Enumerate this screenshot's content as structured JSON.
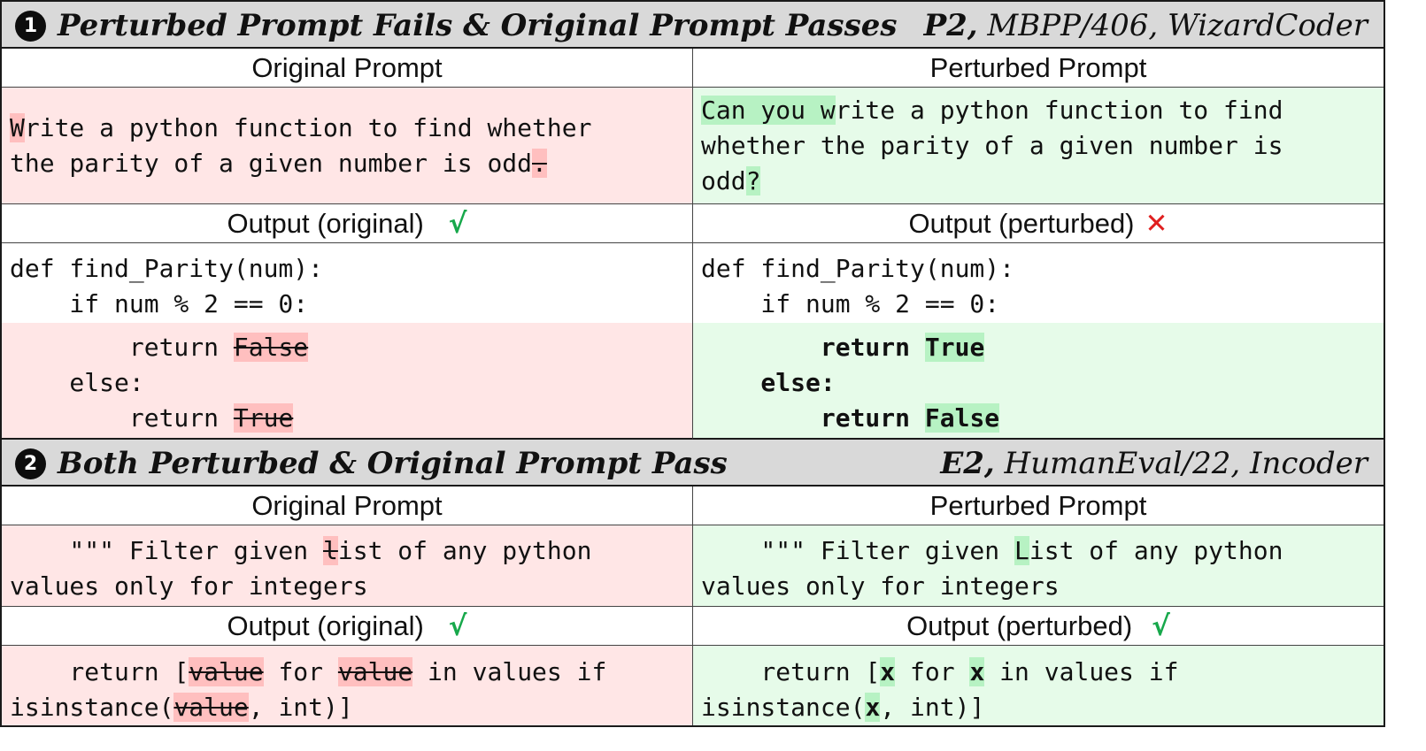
{
  "labels": {
    "original_prompt": "Original Prompt",
    "perturbed_prompt": "Perturbed Prompt",
    "output_original": "Output (original)",
    "output_perturbed": "Output (perturbed)",
    "check": "√",
    "cross": "✕"
  },
  "section1": {
    "number": "1",
    "title": "Perturbed Prompt Fails & Original Prompt Passes",
    "ref_id": "P2,",
    "ref_rest": " MBPP/406, WizardCoder",
    "orig_prompt": {
      "l1_hl": "W",
      "l1_rest": "rite a python function to find whether",
      "l2_pre": "the parity of a given number is odd",
      "l2_hl": "."
    },
    "pert_prompt": {
      "l1_hl": "Can you w",
      "l1_rest": "rite a python function to find",
      "l2": "whether the parity of a given number is",
      "l3_pre": "odd",
      "l3_hl": "?"
    },
    "code_common": {
      "l1": "def find_Parity(num):",
      "l2": "    if num % 2 == 0:"
    },
    "orig_code": {
      "l3_pre": "        return ",
      "l3_hl": "False",
      "l4": "    else:",
      "l5_pre": "        return ",
      "l5_hl": "True"
    },
    "pert_code": {
      "l3_pre": "        return ",
      "l3_hl": "True",
      "l4": "    else:",
      "l5_pre": "        return ",
      "l5_hl": "False"
    }
  },
  "section2": {
    "number": "2",
    "title": "Both Perturbed & Original Prompt Pass",
    "ref_id": "E2,",
    "ref_rest": " HumanEval/22, Incoder",
    "orig_prompt": {
      "l1_pre": "    \"\"\" Filter given ",
      "l1_hl": "l",
      "l1_rest": "ist of any python",
      "l2": "values only for integers"
    },
    "pert_prompt": {
      "l1_pre": "    \"\"\" Filter given ",
      "l1_hl": "L",
      "l1_rest": "ist of any python",
      "l2": "values only for integers"
    },
    "orig_code": {
      "a": "    return [",
      "v1": "value",
      "b": " for ",
      "v2": "value",
      "c": " in values if",
      "d": "isinstance(",
      "v3": "value",
      "e": ", int)]"
    },
    "pert_code": {
      "a": "    return [",
      "v1": "x",
      "b": " for ",
      "v2": "x",
      "c": " in values if",
      "d": "isinstance(",
      "v3": "x",
      "e": ", int)]"
    }
  }
}
